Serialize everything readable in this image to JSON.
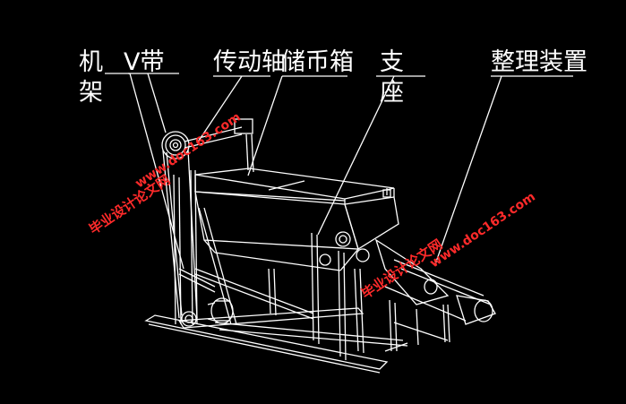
{
  "labels": {
    "frame_top": "机",
    "frame_bottom": "架",
    "v_belt": "V带",
    "drive_shaft": "传动轴",
    "coin_box": "储币箱",
    "support_top": "支",
    "support_bottom": "座",
    "sorting_device": "整理装置"
  },
  "watermarks": [
    {
      "site": "www.doc163.com",
      "brand": "毕业设计论文网"
    },
    {
      "site": "www.doc163.com",
      "brand": "毕业设计论文网"
    }
  ],
  "colors": {
    "background": "#000000",
    "lines": "#ffffff",
    "watermark": "#ff2a2a"
  }
}
